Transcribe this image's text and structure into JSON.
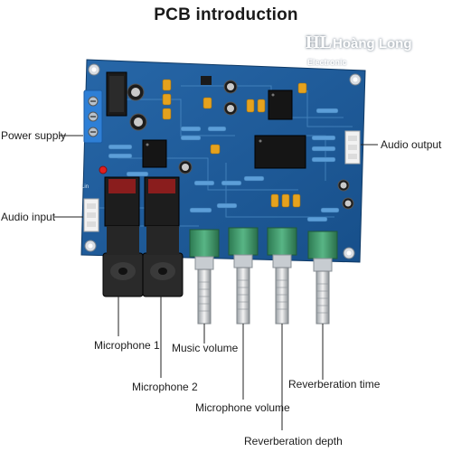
{
  "title": "PCB introduction",
  "logo": {
    "mark": "HL",
    "brand": "Hoàng Long",
    "sub": "Electronic"
  },
  "labels": {
    "power_supply": "Power supply",
    "audio_input": "Audio input",
    "audio_output": "Audio output",
    "microphone_1": "Microphone 1",
    "microphone_2": "Microphone 2",
    "music_volume": "Music volume",
    "microphone_volume": "Microphone volume",
    "reverberation_depth": "Reverberation depth",
    "reverberation_time": "Reverberation time"
  },
  "board_text": {
    "lin": "Lin"
  },
  "colors": {
    "pcb": "#1d5f9e",
    "pcb_dark": "#134478",
    "trace": "#4f8fc8",
    "knob": "#3f9a6a",
    "jack": "#2a2a2a",
    "terminal": "#2e7fd6"
  }
}
